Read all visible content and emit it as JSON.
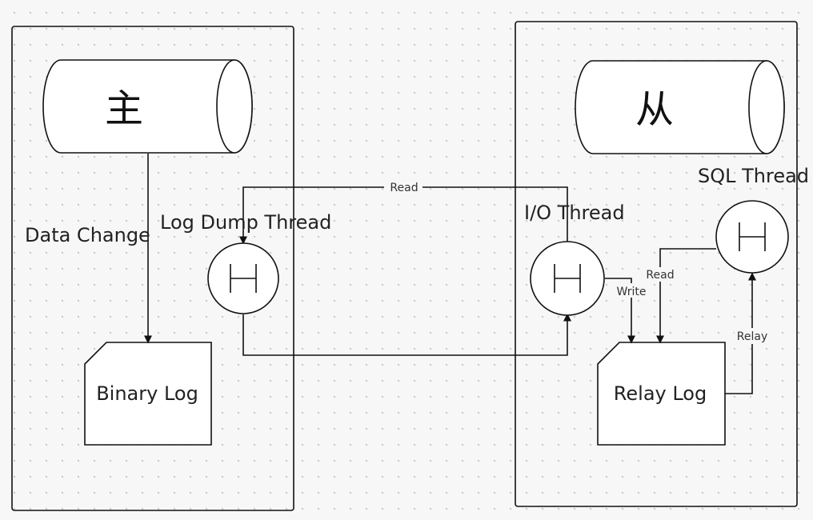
{
  "diagram": {
    "master": {
      "database_label": "主",
      "data_change_label": "Data Change",
      "log_dump_thread_label": "Log Dump Thread",
      "binary_log_label": "Binary Log"
    },
    "slave": {
      "database_label": "从",
      "io_thread_label": "I/O Thread",
      "sql_thread_label": "SQL Thread",
      "relay_log_label": "Relay Log"
    },
    "edges": {
      "read_top_label": "Read",
      "write_label": "Write",
      "read_sql_label": "Read",
      "relay_label": "Relay"
    },
    "icons": {
      "thread": "thread-timer-icon",
      "database": "cylinder-database-icon",
      "log": "card-document-icon"
    }
  }
}
